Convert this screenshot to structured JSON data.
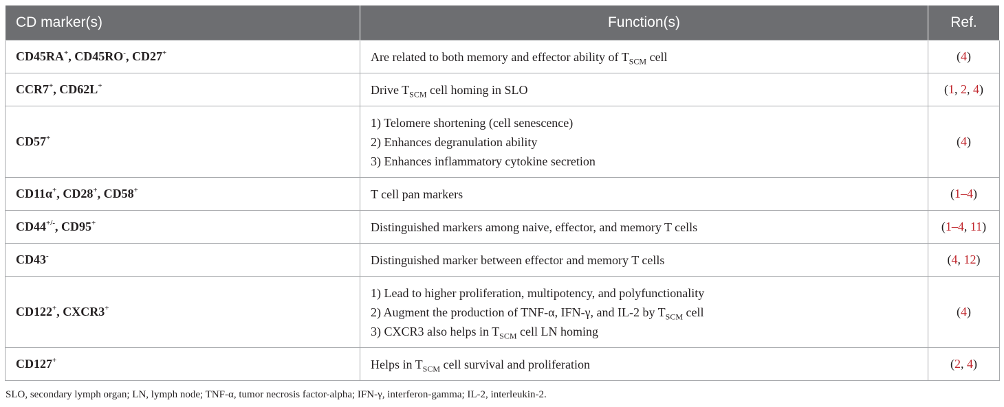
{
  "header": {
    "col1": "CD marker(s)",
    "col2": "Function(s)",
    "col3": "Ref."
  },
  "rows": [
    {
      "marker": [
        [
          "CD45RA",
          "+"
        ],
        [
          "CD45RO",
          "-"
        ],
        [
          "CD27",
          "+"
        ]
      ],
      "function_lines": [
        [
          "Are related to both memory and effector ability of T",
          "SCM",
          " cell"
        ]
      ],
      "refs": [
        "4"
      ]
    },
    {
      "marker": [
        [
          "CCR7",
          "+"
        ],
        [
          "CD62L",
          "+"
        ]
      ],
      "function_lines": [
        [
          "Drive T",
          "SCM",
          " cell homing in SLO"
        ]
      ],
      "refs": [
        "1",
        "2",
        "4"
      ]
    },
    {
      "marker": [
        [
          "CD57",
          "+"
        ]
      ],
      "function_lines": [
        [
          "1) Telomere shortening (cell senescence)"
        ],
        [
          "2) Enhances degranulation ability"
        ],
        [
          "3) Enhances inflammatory cytokine secretion"
        ]
      ],
      "refs": [
        "4"
      ]
    },
    {
      "marker": [
        [
          "CD11α",
          "+"
        ],
        [
          "CD28",
          "+"
        ],
        [
          "CD58",
          "+"
        ]
      ],
      "function_lines": [
        [
          "T cell pan markers"
        ]
      ],
      "refs": [
        "1–4"
      ]
    },
    {
      "marker": [
        [
          "CD44",
          "+/-"
        ],
        [
          "CD95",
          "+"
        ]
      ],
      "function_lines": [
        [
          "Distinguished markers among naive, effector, and memory T cells"
        ]
      ],
      "refs": [
        "1–4",
        "11"
      ]
    },
    {
      "marker": [
        [
          "CD43",
          "-"
        ]
      ],
      "function_lines": [
        [
          "Distinguished marker between effector and memory T cells"
        ]
      ],
      "refs": [
        "4",
        "12"
      ]
    },
    {
      "marker": [
        [
          "CD122",
          "+"
        ],
        [
          "CXCR3",
          "+"
        ]
      ],
      "function_lines": [
        [
          "1) Lead to higher proliferation, multipotency, and polyfunctionality"
        ],
        [
          "2) Augment the production of TNF-α, IFN-γ, and IL-2 by T",
          "SCM",
          " cell"
        ],
        [
          "3) CXCR3 also helps in T",
          "SCM",
          " cell LN homing"
        ]
      ],
      "refs": [
        "4"
      ]
    },
    {
      "marker": [
        [
          "CD127",
          "+"
        ]
      ],
      "function_lines": [
        [
          "Helps in T",
          "SCM",
          " cell survival and proliferation"
        ]
      ],
      "refs": [
        "2",
        "4"
      ]
    }
  ],
  "footnote": "SLO, secondary lymph organ; LN, lymph node; TNF-α, tumor necrosis factor-alpha; IFN-γ, interferon-gamma; IL-2, interleukin-2.",
  "colors": {
    "header_bg": "#6d6e71",
    "header_text": "#ffffff",
    "ref_link": "#c1272d",
    "border": "#a7a9ac"
  }
}
